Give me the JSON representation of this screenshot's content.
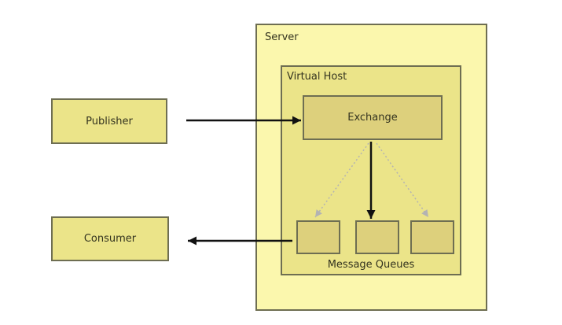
{
  "diagram": {
    "nodes": {
      "server": {
        "label": "Server",
        "type": "container"
      },
      "virtual_host": {
        "label": "Virtual Host",
        "type": "container"
      },
      "exchange": {
        "label": "Exchange",
        "type": "box"
      },
      "queues": {
        "label": "Message Queues",
        "count": 3
      },
      "publisher": {
        "label": "Publisher",
        "type": "box"
      },
      "consumer": {
        "label": "Consumer",
        "type": "box"
      }
    },
    "edges": [
      {
        "from": "Publisher",
        "to": "Exchange",
        "style": "solid"
      },
      {
        "from": "Exchange",
        "to": "Queue 1",
        "style": "dashed"
      },
      {
        "from": "Exchange",
        "to": "Queue 2",
        "style": "solid"
      },
      {
        "from": "Exchange",
        "to": "Queue 3",
        "style": "dashed"
      },
      {
        "from": "Queue 1",
        "to": "Consumer",
        "style": "solid"
      }
    ],
    "colors": {
      "background": "#ffffff",
      "server_fill": "#fbf7ad",
      "virtual_host_fill": "#ebe489",
      "box_fill": "#ddd07c",
      "border": "#6e6e52",
      "text": "#33331f",
      "arrow_solid": "#111111",
      "arrow_dashed": "#b3b3b3"
    }
  }
}
